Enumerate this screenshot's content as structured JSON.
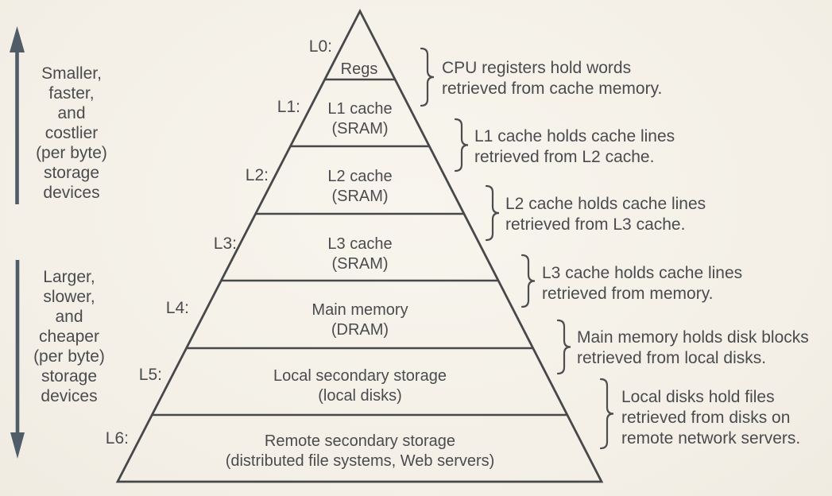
{
  "left_panel": {
    "top_caption": "Smaller,\nfaster,\nand\ncostlier\n(per byte)\nstorage\ndevices",
    "bottom_caption": "Larger,\nslower,\nand\ncheaper\n(per byte)\nstorage\ndevices"
  },
  "pyramid": {
    "levels": [
      {
        "label": "L0:",
        "text": "Regs"
      },
      {
        "label": "L1:",
        "text": "L1 cache\n(SRAM)"
      },
      {
        "label": "L2:",
        "text": "L2 cache\n(SRAM)"
      },
      {
        "label": "L3:",
        "text": "L3 cache\n(SRAM)"
      },
      {
        "label": "L4:",
        "text": "Main memory\n(DRAM)"
      },
      {
        "label": "L5:",
        "text": "Local secondary storage\n(local disks)"
      },
      {
        "label": "L6:",
        "text": "Remote secondary storage\n(distributed file systems, Web servers)"
      }
    ]
  },
  "annotations": [
    {
      "text": "CPU registers hold words\nretrieved from cache memory."
    },
    {
      "text": "L1 cache holds cache lines\nretrieved from L2 cache."
    },
    {
      "text": "L2 cache holds cache lines\nretrieved from L3 cache."
    },
    {
      "text": "L3 cache holds cache lines\nretrieved from memory."
    },
    {
      "text": "Main memory holds disk blocks\nretrieved from local disks."
    },
    {
      "text": "Local disks hold files\nretrieved from disks on\nremote network servers."
    }
  ],
  "colors": {
    "background": "#f5f2ea",
    "ink": "#4a4b4e",
    "line": "#47484a",
    "arrow": "#505c67"
  }
}
